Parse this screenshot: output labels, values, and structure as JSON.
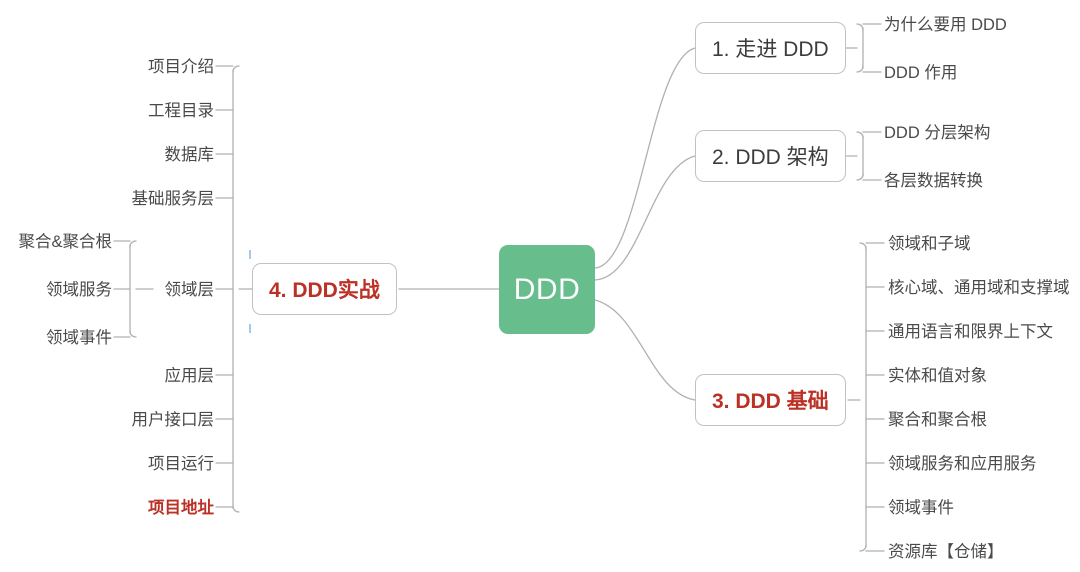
{
  "diagram": {
    "type": "mind-map",
    "title": "DDD",
    "root": {
      "label": "DDD",
      "color": "#67bd8c",
      "text_color": "#ffffff"
    },
    "accent_red": "#bc3126",
    "branch_color": "#b0b0b0",
    "branches": [
      {
        "label": "1. 走进 DDD",
        "side": "right",
        "style": "box",
        "children": [
          {
            "label": "为什么要用 DDD"
          },
          {
            "label": "DDD 作用"
          }
        ]
      },
      {
        "label": "2. DDD 架构",
        "side": "right",
        "style": "box",
        "children": [
          {
            "label": "DDD 分层架构"
          },
          {
            "label": "各层数据转换"
          }
        ]
      },
      {
        "label": "3. DDD 基础",
        "side": "right",
        "style": "box",
        "highlight": "red",
        "children": [
          {
            "label": "领域和子域"
          },
          {
            "label": "核心域、通用域和支撑域"
          },
          {
            "label": "通用语言和限界上下文"
          },
          {
            "label": "实体和值对象"
          },
          {
            "label": "聚合和聚合根"
          },
          {
            "label": "领域服务和应用服务"
          },
          {
            "label": "领域事件"
          },
          {
            "label": "资源库【仓储】"
          }
        ]
      },
      {
        "label": "4. DDD实战",
        "side": "left",
        "style": "box",
        "highlight": "red",
        "selected": true,
        "children": [
          {
            "label": "项目介绍"
          },
          {
            "label": "工程目录"
          },
          {
            "label": "数据库"
          },
          {
            "label": "基础服务层"
          },
          {
            "label": "领域层",
            "children": [
              {
                "label": "聚合&聚合根"
              },
              {
                "label": "领域服务"
              },
              {
                "label": "领域事件"
              }
            ]
          },
          {
            "label": "应用层"
          },
          {
            "label": "用户接口层"
          },
          {
            "label": "项目运行"
          },
          {
            "label": "项目地址",
            "highlight": "red"
          }
        ]
      }
    ]
  }
}
